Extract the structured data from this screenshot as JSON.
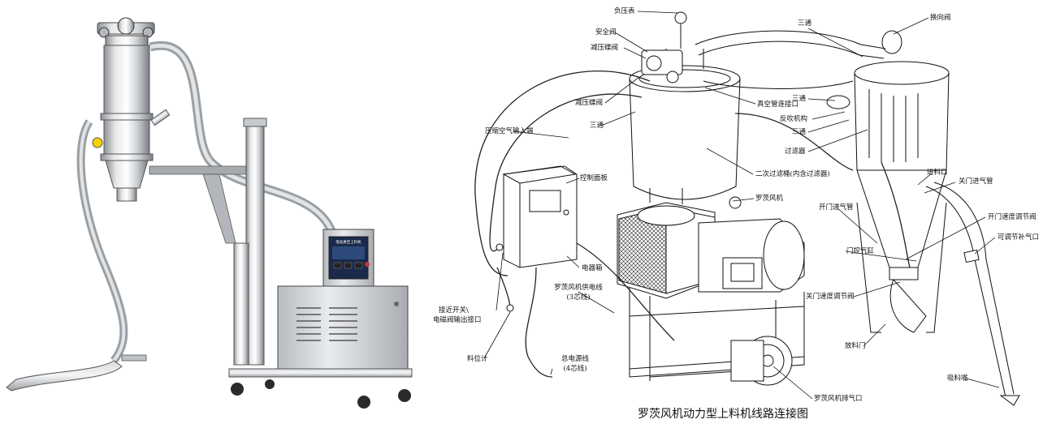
{
  "caption": "罗茨风机动力型上料机线路连接图",
  "control_panel_title": "电动真空上料机",
  "labels": {
    "fuyabiao": "负压表",
    "anquanfa": "安全阀",
    "jianyadiefa_top": "减压蝶阀",
    "jianyadiefa_mid": "减压蝶阀",
    "santong_left": "三通",
    "yasuo_kongqi": "压缩空气输入端",
    "kongzhi_mianban": "控制面板",
    "dianqixiang": "电器箱",
    "fengji_gongdianxian": "罗茨风机供电线",
    "fengji_gongdianxian_sub": "(3芯线)",
    "jiejin_kaiguan": "接近开关\\",
    "diancifa_shuchu": "电磁阀输出接口",
    "liaoweiji": "料位计",
    "zong_dianyuanxian": "总电源线",
    "zong_dianyuanxian_sub": "(4芯线)",
    "zhenkongguan_jiekou": "真空管连接口",
    "erci_guolütong": "二次过滤桶(内含过滤器)",
    "luocifengji": "罗茨风机",
    "fengji_paiqikou": "罗茨风机排气口",
    "santong_top": "三通",
    "huanxiangfa": "换向阀",
    "santong_r1": "三通",
    "fanchui_jigou": "反吹机构",
    "santong_r2": "三通",
    "guolüqi": "过滤器",
    "jinliaokou": "进料口",
    "guanmen_jinqiguan": "关门进气管",
    "kaimen_jinqiguan": "开门进气管",
    "kaimen_sudu": "开门速度调节阀",
    "kedaitiao_buqikou": "可调节补气口",
    "menkong_qigang": "门控气缸",
    "guanmen_sudu": "关门速度调节阀",
    "fangliaomen": "放料门",
    "xiliaozui": "吸料嘴"
  }
}
